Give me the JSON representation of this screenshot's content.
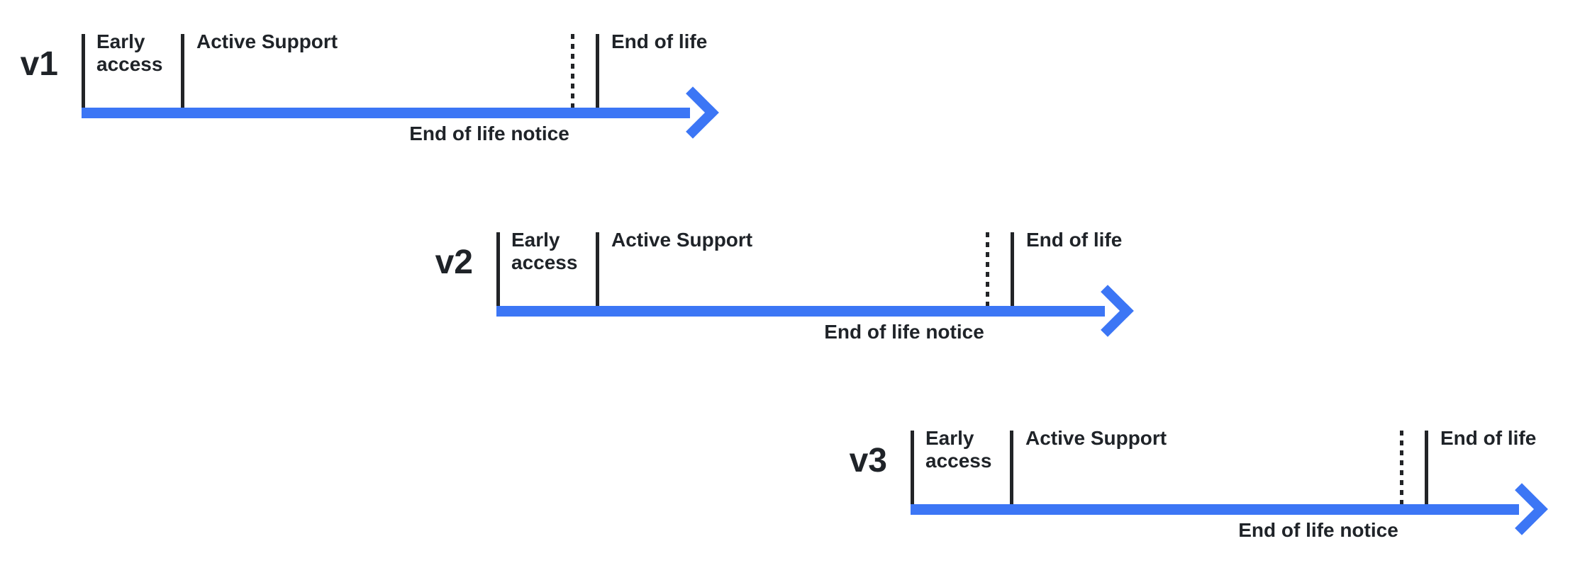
{
  "diagram": {
    "colors": {
      "arrow_blue": "#3C76F5",
      "line_dark": "#222427",
      "text_dark": "#1F2328",
      "background": "#FFFFFF"
    },
    "timelines": [
      {
        "version": "v1",
        "phases": {
          "early_access": "Early access",
          "active_support": "Active Support",
          "end_of_life": "End of life",
          "end_of_life_notice": "End of life notice"
        }
      },
      {
        "version": "v2",
        "phases": {
          "early_access": "Early access",
          "active_support": "Active Support",
          "end_of_life": "End of life",
          "end_of_life_notice": "End of life notice"
        }
      },
      {
        "version": "v3",
        "phases": {
          "early_access": "Early access",
          "active_support": "Active Support",
          "end_of_life": "End of life",
          "end_of_life_notice": "End of life notice"
        }
      }
    ]
  }
}
